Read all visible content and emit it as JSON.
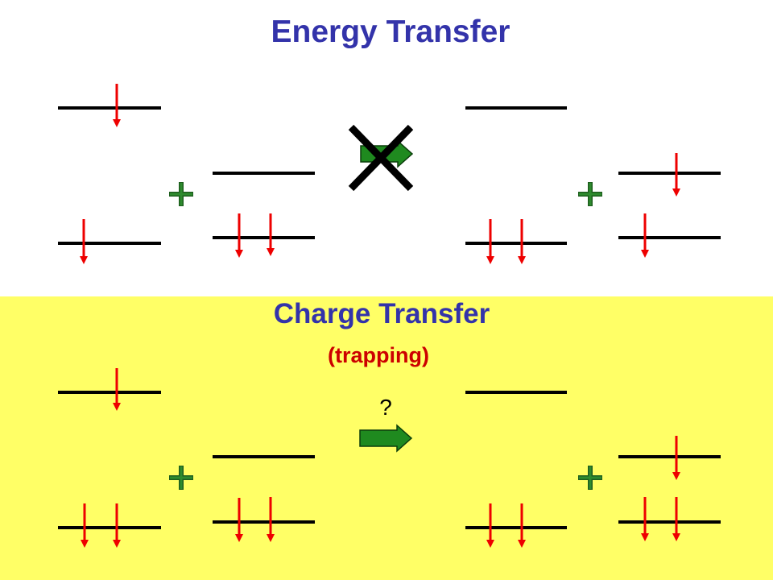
{
  "colors": {
    "background_top": "#ffffff",
    "background_bottom": "#ffff66",
    "title": "#3333aa",
    "subtitle": "#cc0000",
    "level_line": "#000000",
    "spin_arrow": "#ee0000",
    "plus_sign": "#2e8b2e",
    "transfer_arrow": "#1f8a1f",
    "forbidden_cross": "#000000"
  },
  "icons": {
    "transfer": "right-block-arrow-icon",
    "forbidden": "cross-x-icon",
    "plus": "plus-icon",
    "electron_up": "spin-up-arrow-icon",
    "electron_down": "spin-down-arrow-icon"
  },
  "energy_transfer": {
    "title": "Energy Transfer",
    "transfer_allowed": false
  },
  "charge_transfer": {
    "title": "Charge Transfer",
    "subtitle": "(trapping)",
    "question_mark": "?"
  }
}
